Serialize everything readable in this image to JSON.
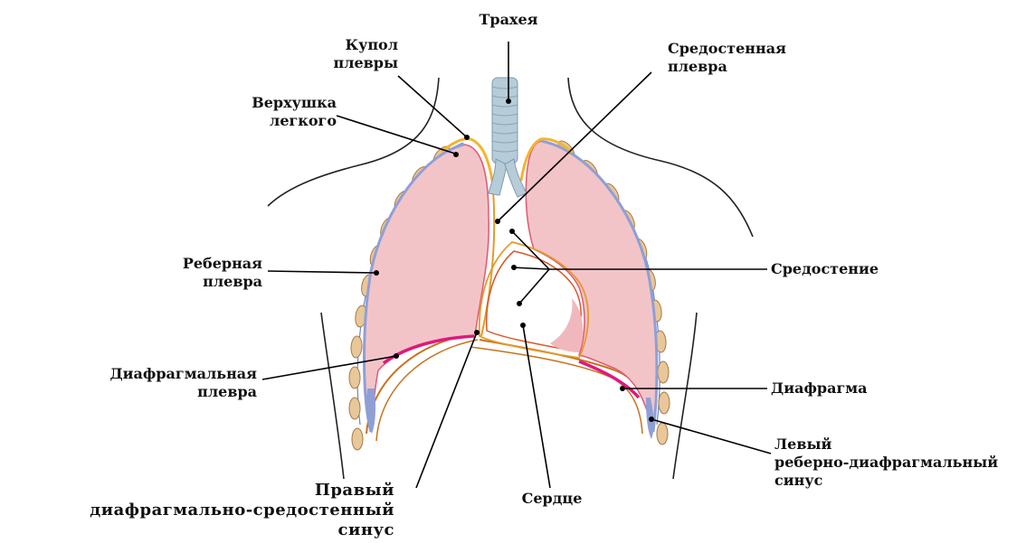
{
  "labels": {
    "trachea": "Трахея",
    "cupula_1": "Купол",
    "cupula_2": "плевры",
    "apex_1": "Верхушка",
    "apex_2": "легкого",
    "mediastinal_pleura_1": "Средостенная",
    "mediastinal_pleura_2": "плевра",
    "costal_pleura_1": "Реберная",
    "costal_pleura_2": "плевра",
    "mediastinum": "Средостение",
    "diaphragmatic_pleura_1": "Диафрагмальная",
    "diaphragmatic_pleura_2": "плевра",
    "diaphragm": "Диафрагма",
    "left_sinus_1": "Левый",
    "left_sinus_2": "реберно-диафрагмальный",
    "left_sinus_3": "синус",
    "right_sinus_1": "Правый",
    "right_sinus_2": "диафрагмально-средостенный",
    "right_sinus_3": "синус",
    "heart": "Сердце"
  },
  "colors": {
    "lung_fill": "#f2c4c8",
    "lung_outline": "#e05a74",
    "visceral_pleura": "#8f9fd6",
    "parietal_pleura": "#f2b531",
    "diaphragm_pleura": "#e0197d",
    "diaphragm_muscle": "#c9721e",
    "rib": "#e8c79a",
    "trachea": "#b6ccd8",
    "leader_line": "#000000"
  }
}
